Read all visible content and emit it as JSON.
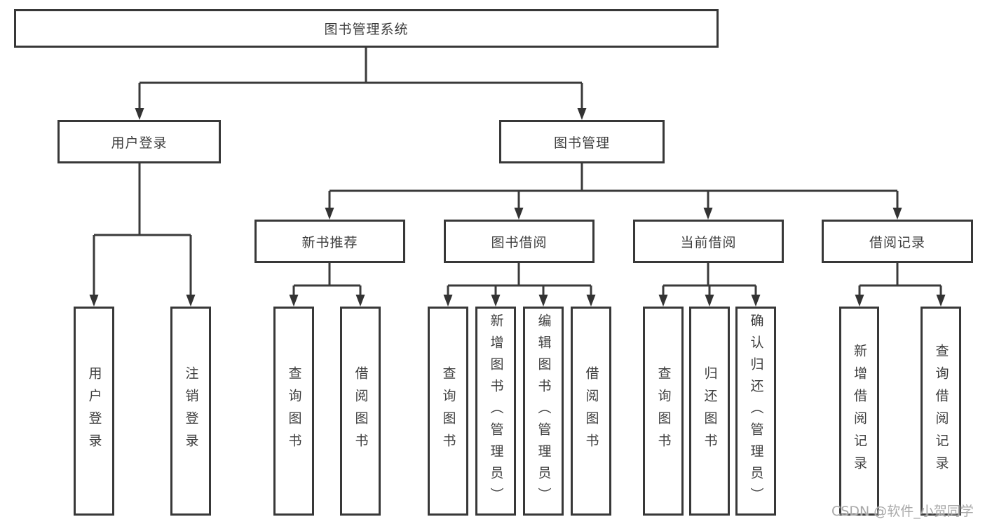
{
  "diagram": {
    "root": {
      "label": "图书管理系统",
      "children": [
        {
          "label": "用户登录",
          "children": [
            {
              "label": "用户登录"
            },
            {
              "label": "注销登录"
            }
          ]
        },
        {
          "label": "图书管理",
          "children": [
            {
              "label": "新书推荐",
              "children": [
                {
                  "label": "查询图书"
                },
                {
                  "label": "借阅图书"
                }
              ]
            },
            {
              "label": "图书借阅",
              "children": [
                {
                  "label": "查询图书"
                },
                {
                  "label": "新增图书（管理员）"
                },
                {
                  "label": "编辑图书（管理员）"
                },
                {
                  "label": "借阅图书"
                }
              ]
            },
            {
              "label": "当前借阅",
              "children": [
                {
                  "label": "查询图书"
                },
                {
                  "label": "归还图书"
                },
                {
                  "label": "确认归还（管理员）"
                }
              ]
            },
            {
              "label": "借阅记录",
              "children": [
                {
                  "label": "新增借阅记录"
                },
                {
                  "label": "查询借阅记录"
                }
              ]
            }
          ]
        }
      ]
    },
    "colors": {
      "line": "#3a3a3a",
      "box_border": "#383838",
      "text": "#3d3d3d",
      "background": "#ffffff",
      "watermark": "#a9a9a9"
    }
  },
  "watermark": {
    "text": "CSDN @软件_小贺同学"
  }
}
